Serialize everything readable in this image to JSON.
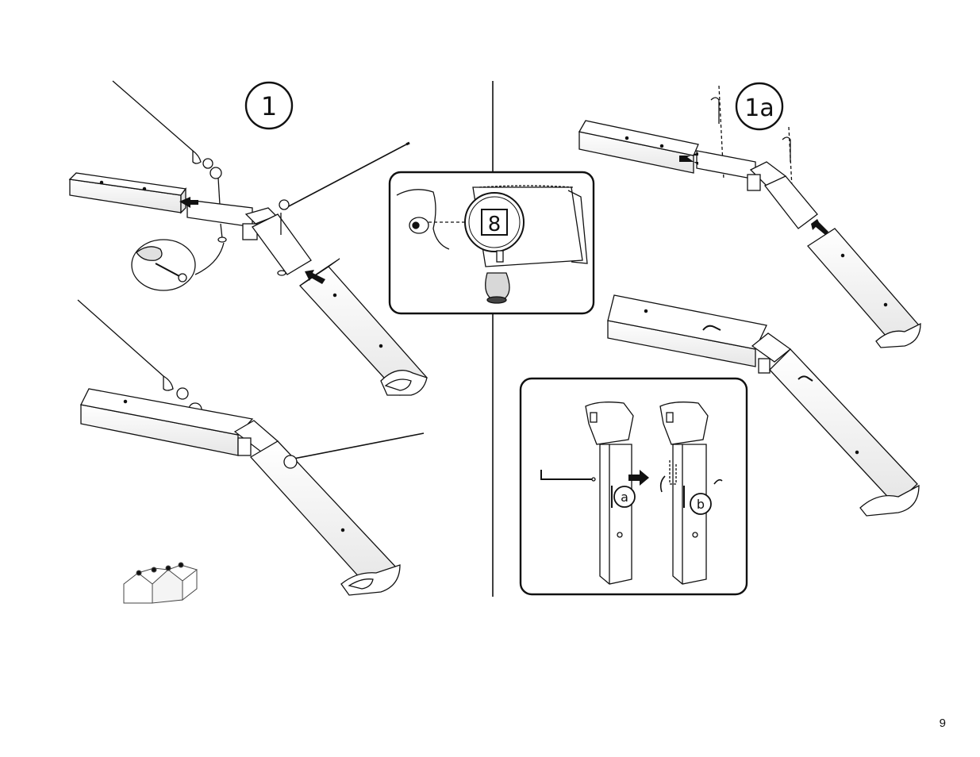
{
  "steps": {
    "step1": "1",
    "step1a": "1a"
  },
  "callouts": {
    "manual_ref": "8",
    "sub_a": "a",
    "sub_b": "b"
  },
  "icons": {
    "step1_cable": "cable-icon",
    "step1_wrench": "wrench-icon",
    "eye_manual": "magnifier-icon",
    "greenhouse": "greenhouse-overview-icon",
    "hook_pin": "hook-pin-icon"
  },
  "colors": {
    "line": "#111111",
    "paper": "#ffffff",
    "beam_fill": "#f2f2f2"
  },
  "footer": {
    "page_number": "9"
  }
}
